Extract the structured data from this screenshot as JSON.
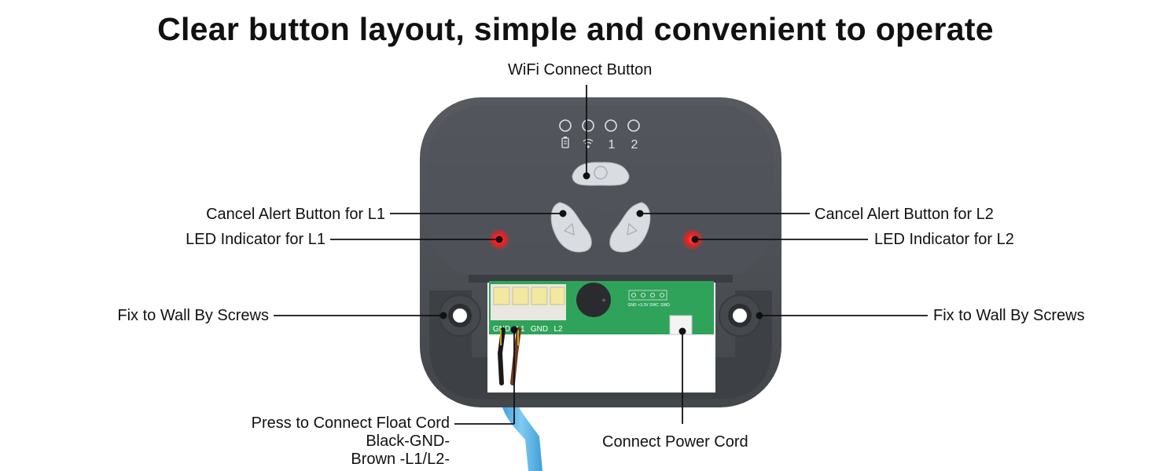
{
  "title": "Clear button layout, simple and convenient to operate",
  "labels": {
    "wifi_button": "WiFi Connect Button",
    "cancel_l1": "Cancel Alert Button for L1",
    "cancel_l2": "Cancel Alert Button for L2",
    "led_l1": "LED Indicator for L1",
    "led_l2": "LED Indicator for L2",
    "fix_left": "Fix to Wall By Screws",
    "fix_right": "Fix to Wall By Screws",
    "float_cord": "Press to Connect Float Cord",
    "float_black": "Black-GND-",
    "float_brown": "Brown -L1/L2-",
    "power_cord": "Connect Power Cord"
  },
  "device": {
    "indicator_labels": [
      "1",
      "2"
    ],
    "terminal_labels": [
      "GND",
      "L1",
      "GND",
      "L2"
    ],
    "pcb_header_labels": [
      "GND",
      "+3.3V",
      "SWC",
      "SWD"
    ],
    "colors": {
      "body": "#4a4d52",
      "led_red": "#ff2020",
      "button": "#d9dde2",
      "pcb": "#2fa35a",
      "cable": "#5ab3e6",
      "terminal": "#f2e8a0"
    }
  }
}
